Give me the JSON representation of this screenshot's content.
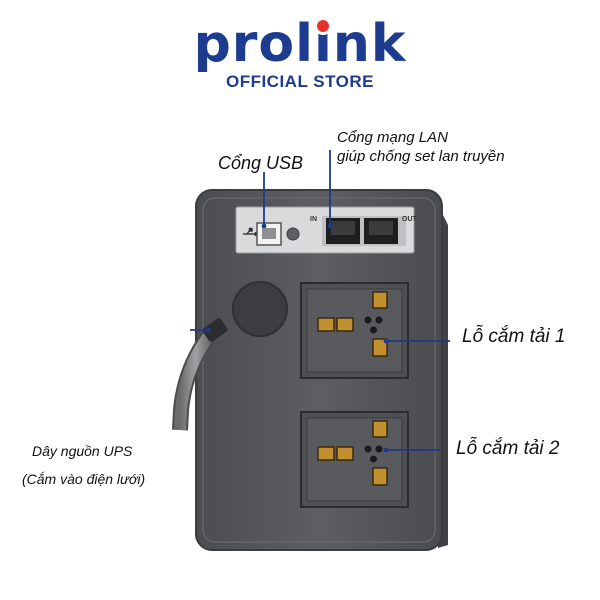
{
  "brand": {
    "logo": "prolink",
    "subtitle": "OFFICIAL STORE"
  },
  "callouts": {
    "usb_port": "Cổng USB",
    "lan_port_line1": "Cổng mạng LAN",
    "lan_port_line2": "giúp chống set lan truyền",
    "outlet_1": "Lỗ cắm tải 1",
    "outlet_2": "Lỗ cắm tải 2",
    "power_cord_line1": "Dây nguồn UPS",
    "power_cord_line2": "(Cắm vào điện lưới)"
  },
  "device": {
    "port_label_in": "IN",
    "port_label_out": "OUT"
  },
  "colors": {
    "brand_blue": "#1d3b8f",
    "callout_line": "#1e3a8c",
    "body_gray": "#5a5c5e"
  }
}
